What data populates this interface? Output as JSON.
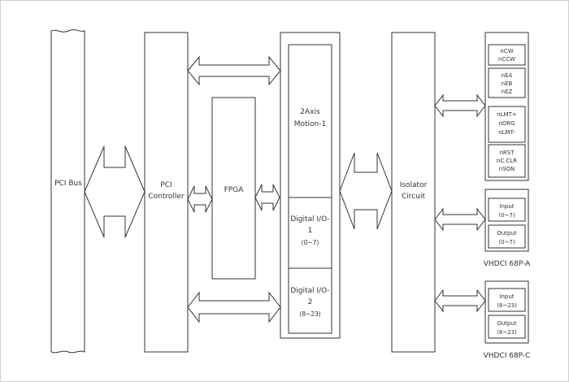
{
  "blocks": {
    "pci_bus": "PCI Bus",
    "pci_controller": [
      "PCI",
      "Controller"
    ],
    "fpga": "FPGA",
    "motion": [
      "2Axis",
      "Motion-1"
    ],
    "dio1": [
      "Digital I/O-",
      "1",
      "(0~7)"
    ],
    "dio2": [
      "Digital I/O-",
      "2",
      "(8~23)"
    ],
    "isolator": [
      "Isolator",
      "Circuit"
    ]
  },
  "connector_a": {
    "label": "VHDCI 68P-A",
    "signal_groups": [
      [
        "nCW",
        "nCCW"
      ],
      [
        "nEA",
        "nEB",
        "nEZ"
      ],
      [
        "nLMT+",
        "nORG",
        "nLMT-"
      ],
      [
        "nRST",
        "nC.CLR",
        "nSON"
      ]
    ],
    "io": [
      [
        "Input",
        "(0~7)"
      ],
      [
        "Output",
        "(0~7)"
      ]
    ]
  },
  "connector_c": {
    "label": "VHDCI 68P-C",
    "io": [
      [
        "Input",
        "(8~23)"
      ],
      [
        "Output",
        "(8~23)"
      ]
    ]
  }
}
